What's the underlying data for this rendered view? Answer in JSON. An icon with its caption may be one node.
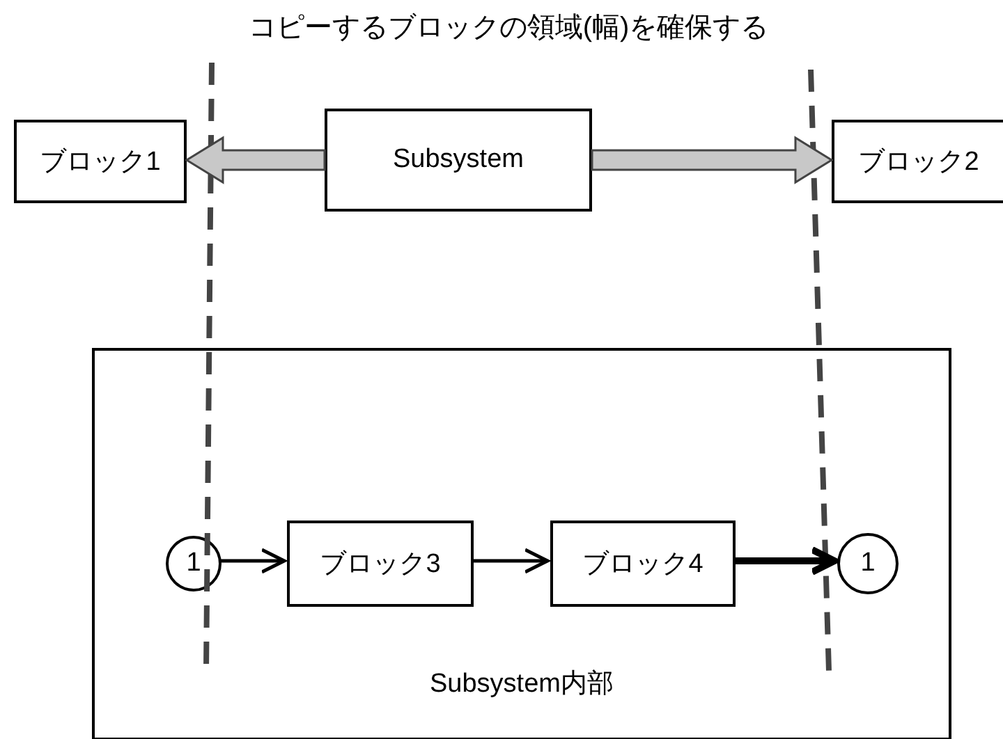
{
  "diagram": {
    "title": "コピーするブロックの領域(幅)を確保する",
    "nodes": [
      {
        "text": [
          "ブロック1"
        ]
      },
      {
        "text": [
          "Subsystem"
        ]
      },
      {
        "text": [
          "ブロック2"
        ]
      },
      {
        "text": [
          "Subsystem内部"
        ]
      },
      {
        "text": [
          "1"
        ],
        "in": 3
      },
      {
        "text": [
          "ブロック3"
        ],
        "in": 3
      },
      {
        "text": [
          "ブロック4"
        ],
        "in": 3
      },
      {
        "text": [
          "1"
        ],
        "in": 3
      }
    ],
    "edges": [
      {
        "from": 1,
        "to": 0,
        "arrow": "to",
        "color": "#c8c8c8"
      },
      {
        "from": 1,
        "to": 2,
        "arrow": "to",
        "color": "#c8c8c8"
      },
      {
        "from": 4,
        "to": 5,
        "arrow": "to"
      },
      {
        "from": 5,
        "to": 6,
        "arrow": "to"
      },
      {
        "from": 6,
        "to": 7,
        "arrow": "to",
        "style": "thick"
      }
    ]
  }
}
